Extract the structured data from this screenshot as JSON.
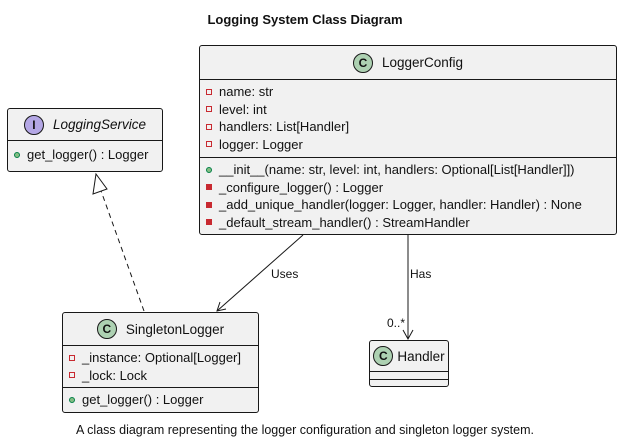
{
  "diagram": {
    "title": "Logging System Class Diagram",
    "caption": "A class diagram representing the logger configuration and singleton logger system."
  },
  "classes": {
    "logging_service": {
      "stereotype": "I",
      "name": "LoggingService",
      "fields": [],
      "methods": [
        {
          "visibility": "public",
          "text": "get_logger() : Logger"
        }
      ]
    },
    "logger_config": {
      "stereotype": "C",
      "name": "LoggerConfig",
      "fields": [
        {
          "visibility": "private",
          "text": "name: str"
        },
        {
          "visibility": "private",
          "text": "level: int"
        },
        {
          "visibility": "private",
          "text": "handlers: List[Handler]"
        },
        {
          "visibility": "private",
          "text": "logger: Logger"
        }
      ],
      "methods": [
        {
          "visibility": "public",
          "text": "__init__(name: str, level: int, handlers: Optional[List[Handler]])"
        },
        {
          "visibility": "private",
          "text": "_configure_logger() : Logger"
        },
        {
          "visibility": "private",
          "text": "_add_unique_handler(logger: Logger, handler: Handler) : None"
        },
        {
          "visibility": "private",
          "text": "_default_stream_handler() : StreamHandler"
        }
      ]
    },
    "singleton_logger": {
      "stereotype": "C",
      "name": "SingletonLogger",
      "fields": [
        {
          "visibility": "private",
          "text": "_instance: Optional[Logger]"
        },
        {
          "visibility": "private",
          "text": "_lock: Lock"
        }
      ],
      "methods": [
        {
          "visibility": "public",
          "text": "get_logger() : Logger"
        }
      ]
    },
    "handler": {
      "stereotype": "C",
      "name": "Handler",
      "fields": [],
      "methods": []
    }
  },
  "relations": {
    "uses": {
      "label": "Uses"
    },
    "has": {
      "label": "Has",
      "multiplicity": "0..*"
    }
  },
  "colors": {
    "class_fill": "#f1f1f1",
    "class_stereotype": "#add1b2",
    "interface_stereotype": "#b4a7e5",
    "private_marker": "#c82930",
    "public_marker": "#84be84"
  }
}
